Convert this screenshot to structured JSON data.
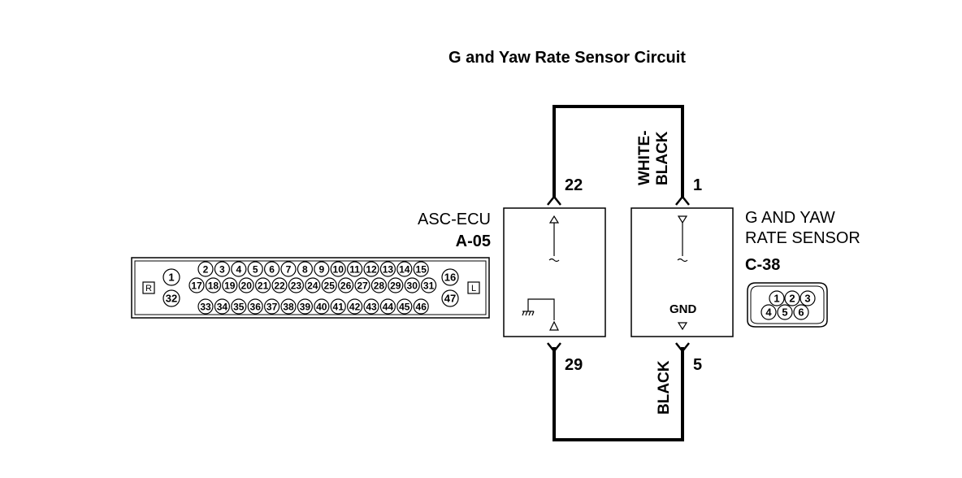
{
  "title": "G and Yaw Rate Sensor Circuit",
  "ecu": {
    "name": "ASC-ECU",
    "connector": "A-05",
    "pin_top": "22",
    "pin_bottom": "29"
  },
  "sensor": {
    "name_line1": "G AND YAW",
    "name_line2": "RATE SENSOR",
    "connector": "C-38",
    "pin_top": "1",
    "pin_bottom": "5",
    "gnd_label": "GND"
  },
  "wires": {
    "top_color_line1": "WHITE-",
    "top_color_line2": "BLACK",
    "bottom_color": "BLACK"
  },
  "ecu_connector_face": {
    "left_marker": "R",
    "right_marker": "L",
    "row1": [
      "2",
      "3",
      "4",
      "5",
      "6",
      "7",
      "8",
      "9",
      "10",
      "11",
      "12",
      "13",
      "14",
      "15"
    ],
    "row2": [
      "17",
      "18",
      "19",
      "20",
      "21",
      "22",
      "23",
      "24",
      "25",
      "26",
      "27",
      "28",
      "29",
      "30",
      "31"
    ],
    "row3": [
      "33",
      "34",
      "35",
      "36",
      "37",
      "38",
      "39",
      "40",
      "41",
      "42",
      "43",
      "44",
      "45",
      "46"
    ],
    "left_col": [
      "1",
      "32"
    ],
    "right_col": [
      "16",
      "47"
    ]
  },
  "sensor_connector_face": {
    "row1": [
      "1",
      "2",
      "3"
    ],
    "row2": [
      "4",
      "5",
      "6"
    ]
  }
}
